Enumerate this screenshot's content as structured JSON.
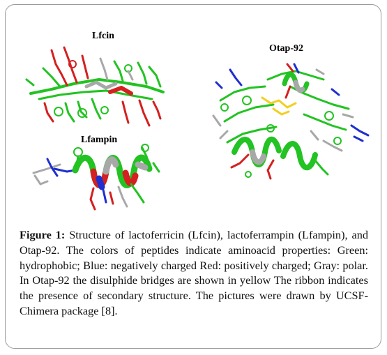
{
  "figure": {
    "panels": [
      {
        "key": "lfcin",
        "label": "Lfcin"
      },
      {
        "key": "otap",
        "label": "Otap-92"
      },
      {
        "key": "lfampin",
        "label": "Lfampin"
      }
    ],
    "colors": {
      "hydrophobic": "#22c322",
      "negatively_charged": "#1f2fd0",
      "positively_charged": "#d42020",
      "polar": "#a8a8a8",
      "disulphide": "#f0d020"
    },
    "caption": {
      "label": "Figure 1:",
      "text": "Structure of lactoferricin (Lfcin), lactoferrampin (Lfampin), and Otap-92. The colors of peptides indicate aminoacid properties: Green: hydrophobic; Blue: negatively charged Red: positively charged; Gray: polar. In Otap-92 the disulphide bridges are shown in yellow The ribbon indicates the presence of secondary structure. The pictures were drawn by UCSF-Chimera package [8]."
    }
  }
}
